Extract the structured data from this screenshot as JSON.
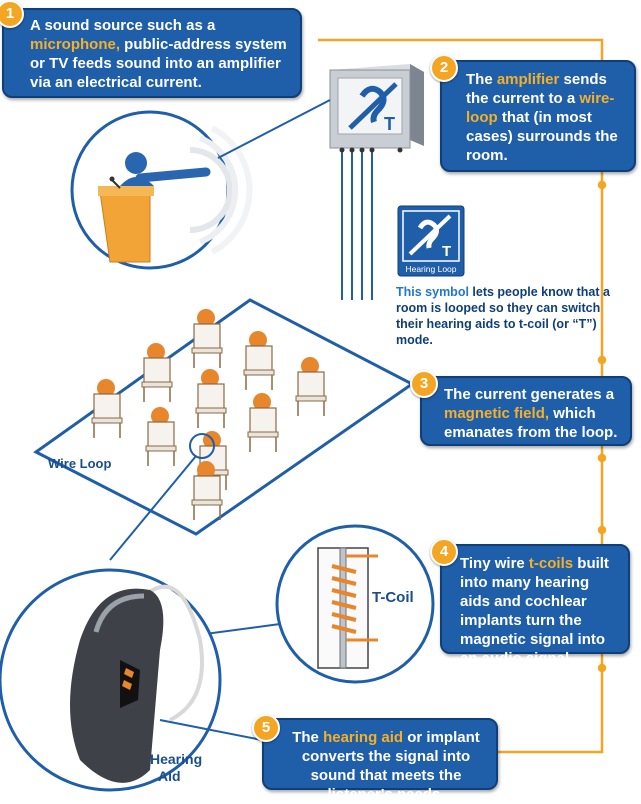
{
  "step1": {
    "num": "1",
    "pre": "A sound source such as a ",
    "hl": "microphone,",
    "post": " public-address system or TV feeds sound into an amplifier via an electrical current."
  },
  "step2": {
    "num": "2",
    "pre": "The ",
    "hl1": "amplifier",
    "mid": " sends the current to a ",
    "hl2": "wire-loop",
    "post": " that (in most cases) surrounds the room."
  },
  "step3": {
    "num": "3",
    "pre": "The current generates a ",
    "hl": "magnetic field,",
    "post": " which emanates from the loop."
  },
  "step4": {
    "num": "4",
    "pre": "Tiny wire ",
    "hl": "t-coils",
    "post": " built into many hearing aids and cochlear implants turn the magnetic signal into an audio signal."
  },
  "step5": {
    "num": "5",
    "pre": "The ",
    "hl": "hearing aid",
    "post": " or implant converts the signal into sound that meets the listener's needs."
  },
  "symbol_text": {
    "hl": "This symbol",
    "post": " lets people know that a room is looped so they can switch their hearing aids to t-coil (or “T”) mode."
  },
  "labels": {
    "wire_loop": "Wire Loop",
    "t_coil": "T-Coil",
    "hearing_aid_1": "Hearing",
    "hearing_aid_2": "Aid",
    "hearing_loop": "Hearing Loop",
    "t_letter": "T"
  },
  "colors": {
    "primary_blue": "#1f5ea8",
    "orange": "#f4a622",
    "chair_orange": "#e8862c"
  },
  "icons": [
    "microphone-speaker-icon",
    "hearing-loop-symbol-icon",
    "chair-icon",
    "t-coil-icon",
    "hearing-aid-icon"
  ]
}
